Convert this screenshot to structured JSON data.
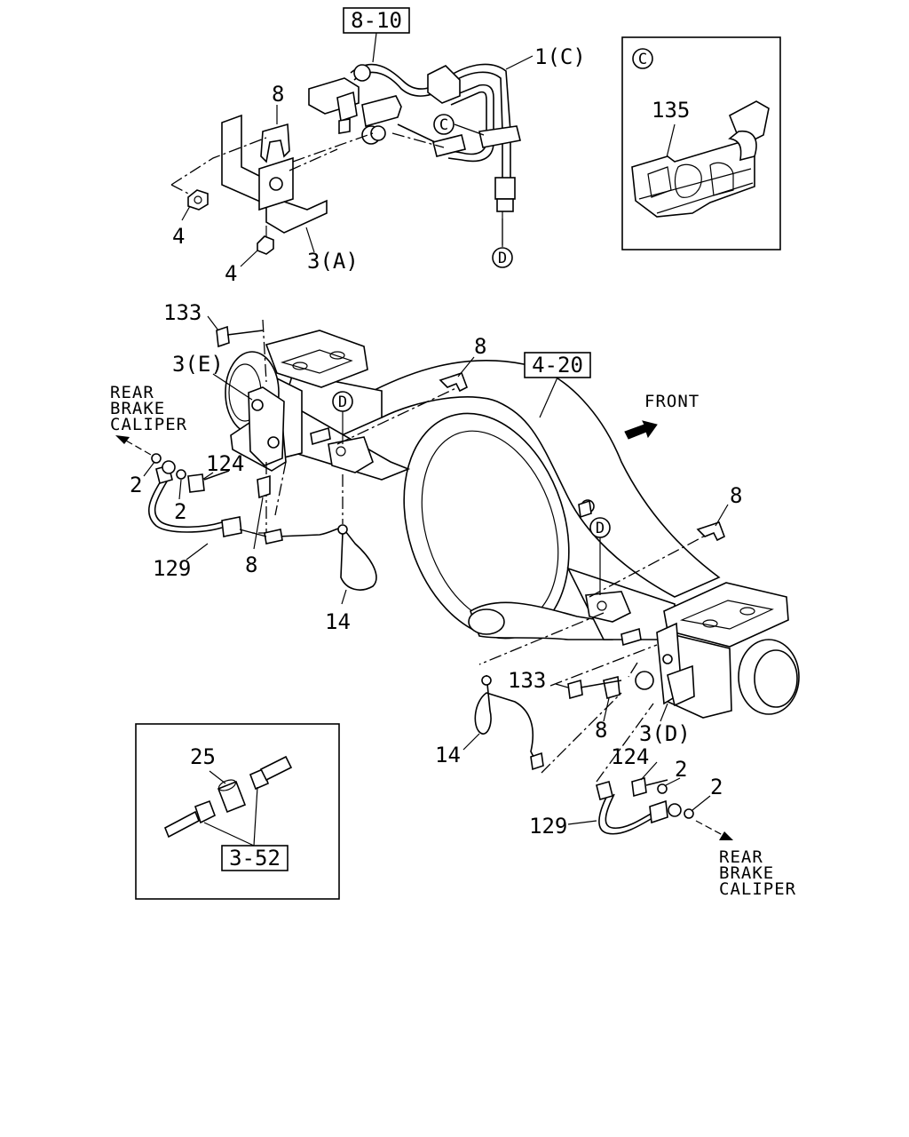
{
  "refs": {
    "r1": "8-10",
    "r2": "4-20",
    "r3": "3-52"
  },
  "labels": {
    "l_1c": "1(C)",
    "l_8_top": "8",
    "l_4a": "4",
    "l_4b": "4",
    "l_3a": "3(A)",
    "l_135": "135",
    "l_133a": "133",
    "l_3e": "3(E)",
    "l_8b": "8",
    "l_124a": "124",
    "l_2a": "2",
    "l_2b": "2",
    "l_129a": "129",
    "l_8c": "8",
    "l_14a": "14",
    "l_8d": "8",
    "l_133b": "133",
    "l_8e": "8",
    "l_3d": "3(D)",
    "l_14b": "14",
    "l_124b": "124",
    "l_2c": "2",
    "l_2d": "2",
    "l_129b": "129",
    "l_25": "25"
  },
  "circles": {
    "c1": "C",
    "c2": "C",
    "d1": "D",
    "d2": "D",
    "d3": "D"
  },
  "callouts": {
    "front": "FRONT",
    "rear_left": [
      "REAR",
      "BRAKE",
      "CALIPER"
    ],
    "rear_right": [
      "REAR",
      "BRAKE",
      "CALIPER"
    ]
  }
}
